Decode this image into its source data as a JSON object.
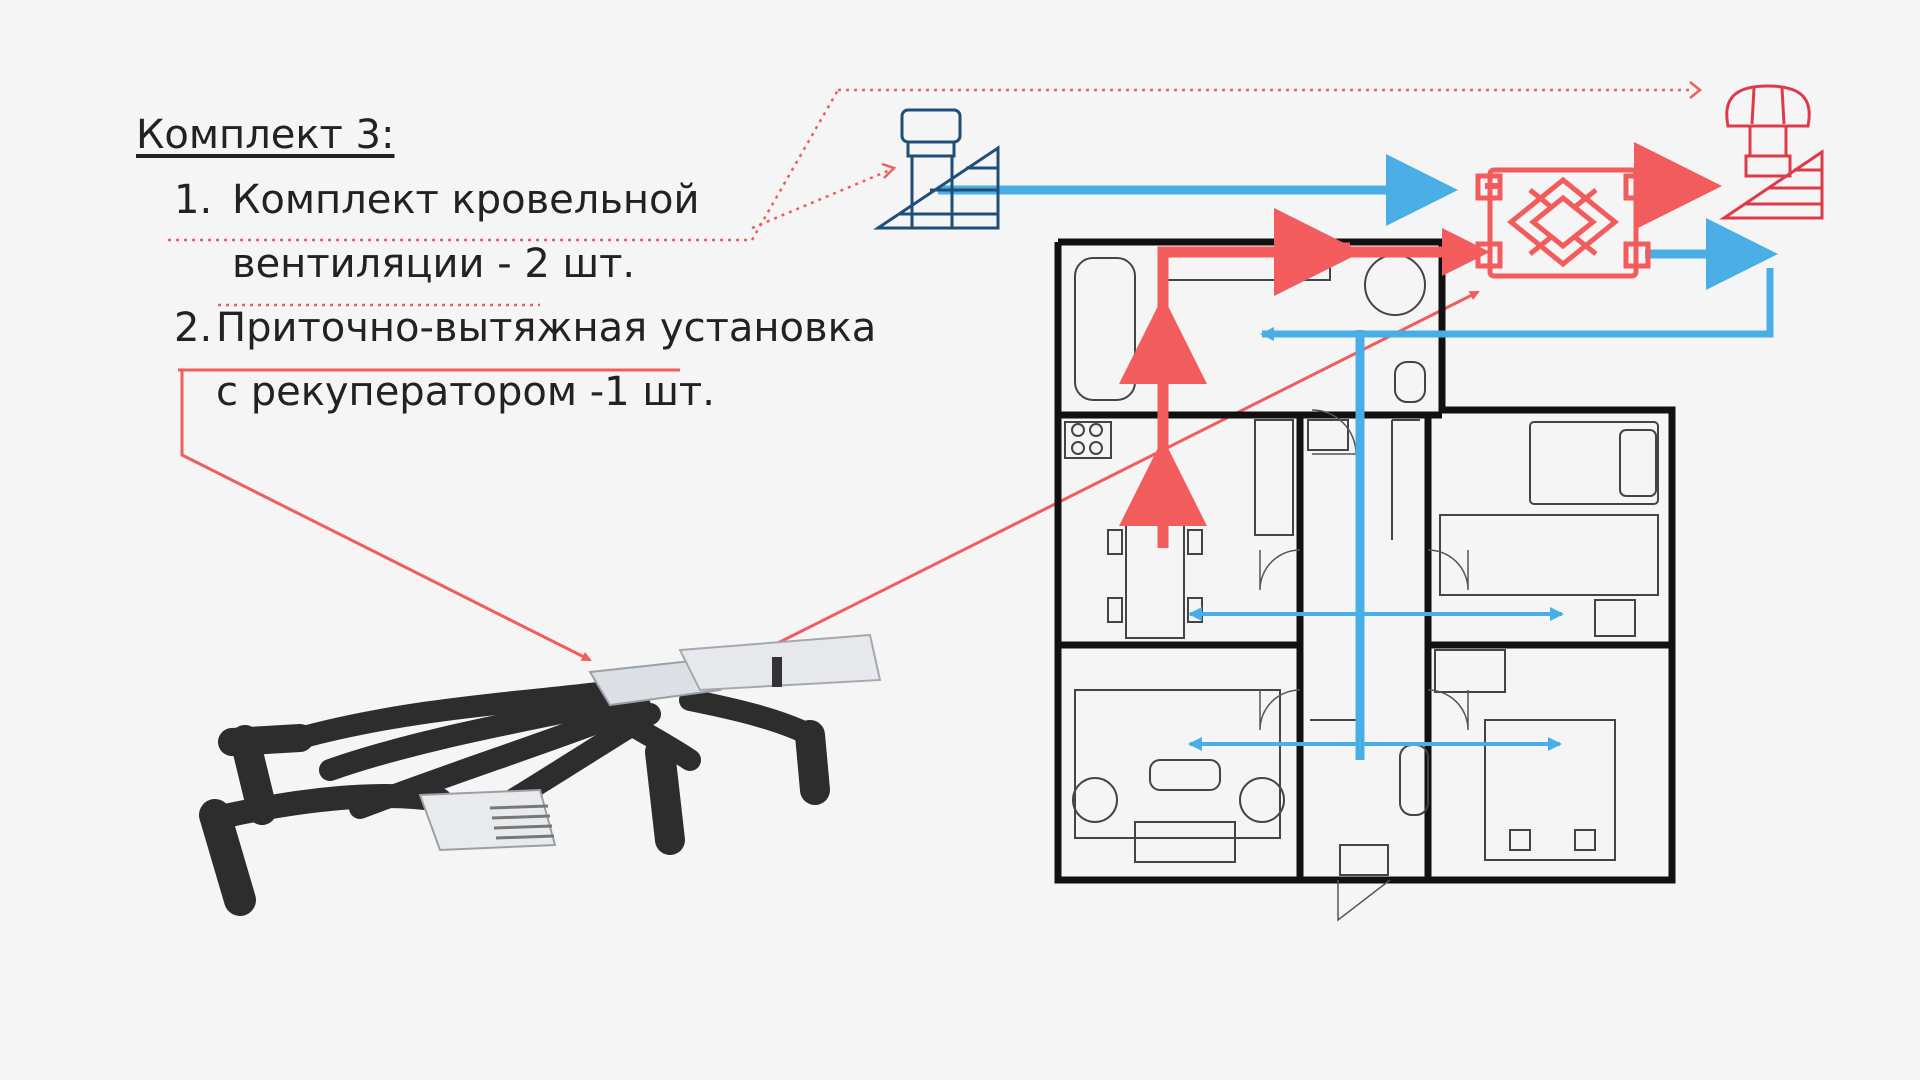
{
  "heading": "Комплект 3:",
  "items": [
    {
      "number": "1.",
      "line1": "Комплект кровельной",
      "line2": "вентиляции - 2 шт."
    },
    {
      "number": "2.",
      "line1": "Приточно-вытяжная установка",
      "line2": "с рекуператором -1 шт."
    }
  ],
  "colors": {
    "background": "#f5f5f5",
    "supply_air": "#49aee6",
    "exhaust_air": "#f25c5c",
    "intake_icon": "#1f4e79",
    "exhaust_icon": "#e03a4a",
    "walls": "#111111"
  },
  "icons": [
    "roof-intake-vent-icon",
    "roof-exhaust-vent-icon",
    "heat-recovery-unit-icon",
    "ventilation-unit-render"
  ]
}
